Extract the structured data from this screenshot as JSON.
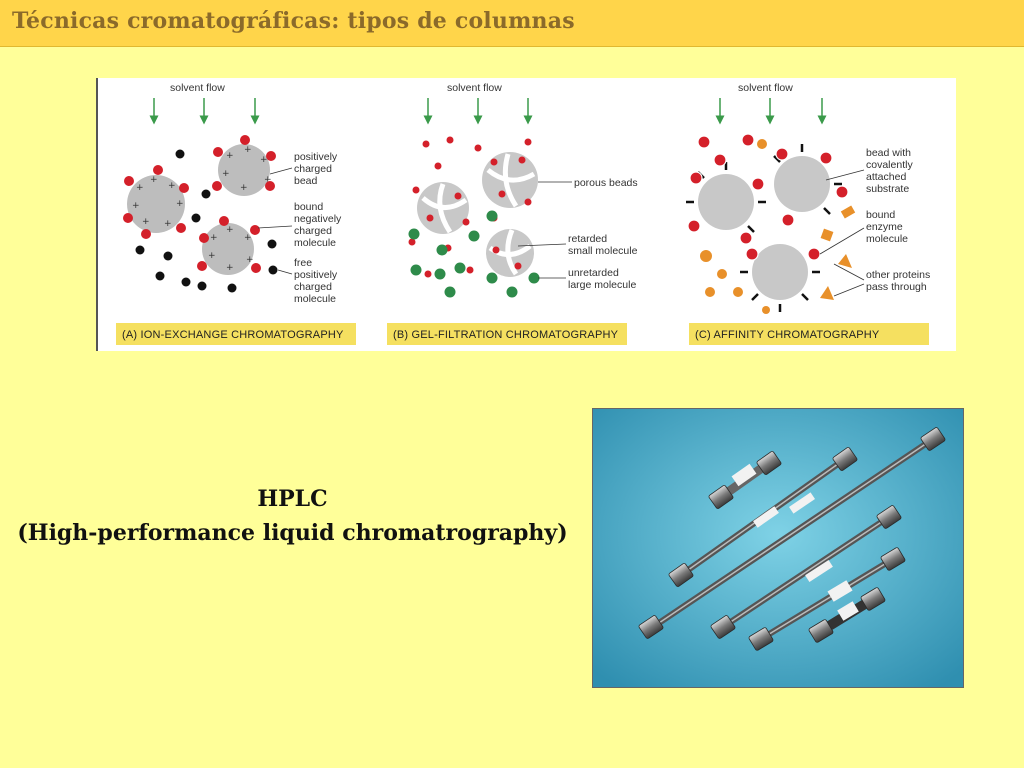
{
  "slide": {
    "title": "Técnicas cromatográficas: tipos de columnas"
  },
  "figure": {
    "panels": [
      {
        "flow_label": "solvent flow",
        "caption": "(A)  ION-EXCHANGE CHROMATOGRAPHY",
        "labels": [
          [
            "positively",
            "charged",
            "bead"
          ],
          [
            "bound",
            "negatively",
            "charged",
            "molecule"
          ],
          [
            "free",
            "positively",
            "charged",
            "molecule"
          ]
        ]
      },
      {
        "flow_label": "solvent flow",
        "caption": "(B)  GEL-FILTRATION CHROMATOGRAPHY",
        "labels": [
          [
            "porous beads"
          ],
          [
            "retarded",
            "small molecule"
          ],
          [
            "unretarded",
            "large molecule"
          ]
        ]
      },
      {
        "flow_label": "solvent flow",
        "caption": "(C)  AFFINITY CHROMATOGRAPHY",
        "labels": [
          [
            "bead with",
            "covalently",
            "attached",
            "substrate"
          ],
          [
            "bound",
            "enzyme",
            "molecule"
          ],
          [
            "other proteins",
            "pass through"
          ]
        ]
      }
    ]
  },
  "hplc": {
    "abbreviation": "HPLC",
    "full_name": "(High-performance liquid chromatrography)"
  },
  "colors": {
    "title_bar": "#ffd54a",
    "title_text": "#8b6a2a",
    "background": "#ffff99",
    "photo_bg": "#4fb3cf"
  }
}
